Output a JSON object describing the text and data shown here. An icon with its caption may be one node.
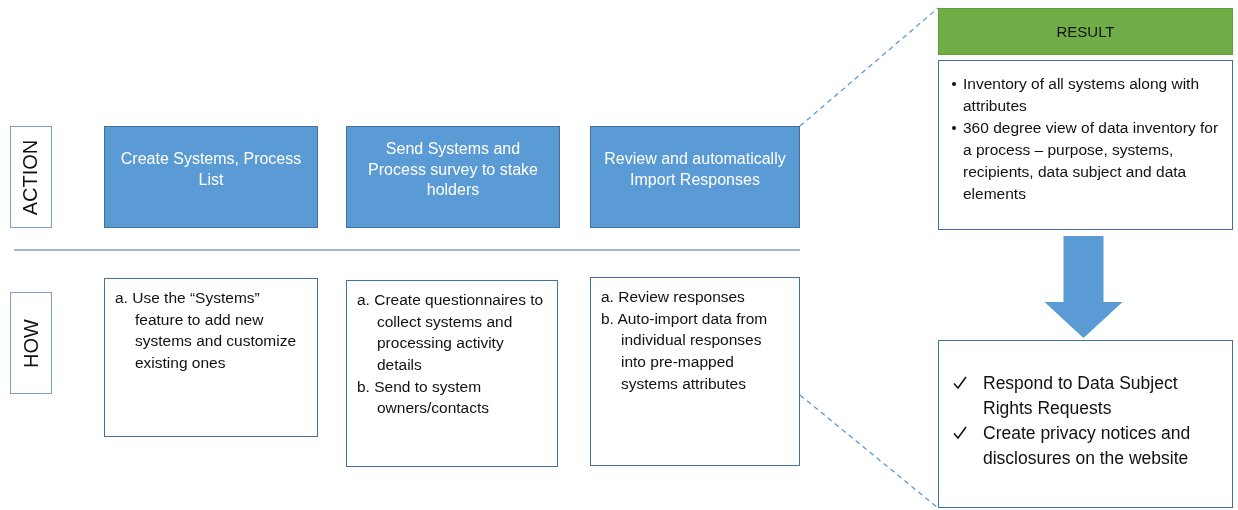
{
  "diagram": {
    "nodes": [
      {
        "text": [
          "ACTION"
        ]
      },
      {
        "text": [
          "HOW"
        ]
      },
      {
        "text": [
          "Create Systems, Process List"
        ]
      },
      {
        "text": [
          "Send Systems and Process survey to stake holders"
        ]
      },
      {
        "text": [
          "Review and automatically Import Responses"
        ]
      },
      {
        "text": [
          "RESULT"
        ]
      },
      {
        "text": [
          "Inventory of all systems along with attributes",
          "360 degree view of data inventory for a process – purpose, systems, recipients, data subject and data elements"
        ]
      },
      {
        "text": [
          "a. Use the “Systems” feature to add new systems and customize existing ones"
        ]
      },
      {
        "text": [
          "a. Create questionnaires to collect systems and processing activity details",
          "b. Send to system owners/contacts"
        ]
      },
      {
        "text": [
          "a. Review responses",
          "b. Auto-import data from individual responses into pre-mapped systems attributes"
        ]
      },
      {
        "text": [
          "Respond to Data Subject Rights Requests",
          "Create privacy notices and disclosures on the website"
        ]
      }
    ],
    "edges": [
      {
        "from": 4,
        "to": 5,
        "arrow": "none",
        "style": "dashed"
      },
      {
        "from": 9,
        "to": 10,
        "arrow": "none",
        "style": "dashed"
      },
      {
        "from": 6,
        "to": 10,
        "arrow": "to",
        "style": "thick"
      }
    ]
  }
}
